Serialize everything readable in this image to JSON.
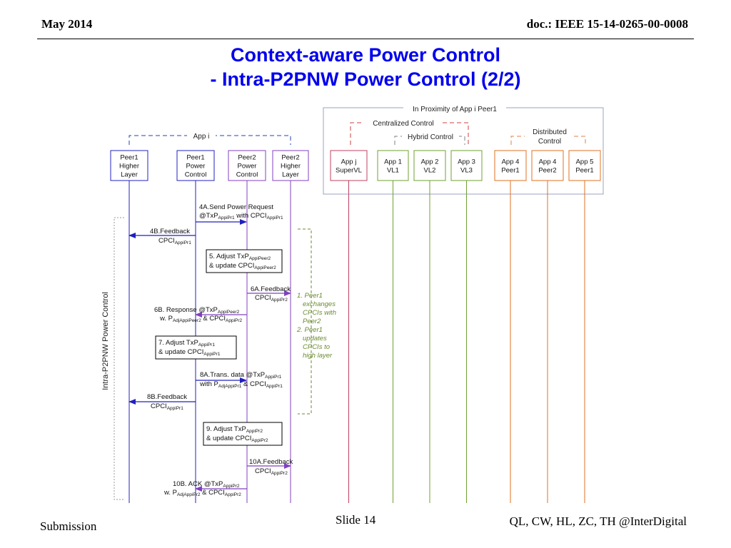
{
  "header": {
    "left": "May 2014",
    "right": "doc.: IEEE 15-14-0265-00-0008"
  },
  "title": {
    "line1": "Context-aware Power Control",
    "line2": "- Intra-P2PNW Power Control (2/2)"
  },
  "footer": {
    "left": "Submission",
    "center": "Slide 14",
    "right": "QL, CW, HL, ZC, TH @InterDigital"
  },
  "diagram": {
    "group_labels": {
      "proximity": "In Proximity of App i Peer1",
      "centralized": "Centralized Control",
      "hybrid": "Hybrid Control",
      "distributed": [
        "Distributed",
        "Control"
      ],
      "app_i": "App i",
      "side_bracket": "Intra-P2PNW Power Control"
    },
    "entities": [
      {
        "id": "peer1-higher",
        "lines": [
          "Peer1",
          "Higher",
          "Layer"
        ],
        "color": "#2020c0"
      },
      {
        "id": "peer1-power",
        "lines": [
          "Peer1",
          "Power",
          "Control"
        ],
        "color": "#2020c0"
      },
      {
        "id": "peer2-power",
        "lines": [
          "Peer2",
          "Power",
          "Control"
        ],
        "color": "#8040c0"
      },
      {
        "id": "peer2-higher",
        "lines": [
          "Peer2",
          "Higher",
          "Layer"
        ],
        "color": "#8040c0"
      },
      {
        "id": "app-j-supervl",
        "lines": [
          "App j",
          "SuperVL"
        ],
        "color": "#c04060"
      },
      {
        "id": "app1-vl1",
        "lines": [
          "App 1",
          "VL1"
        ],
        "color": "#70a030"
      },
      {
        "id": "app2-vl2",
        "lines": [
          "App 2",
          "VL2"
        ],
        "color": "#70a030"
      },
      {
        "id": "app3-vl3",
        "lines": [
          "App 3",
          "VL3"
        ],
        "color": "#70a030"
      },
      {
        "id": "app4-peer1",
        "lines": [
          "App 4",
          "Peer1"
        ],
        "color": "#e07020"
      },
      {
        "id": "app4-peer2",
        "lines": [
          "App 4",
          "Peer2"
        ],
        "color": "#e07020"
      },
      {
        "id": "app5-peer1",
        "lines": [
          "App 5",
          "Peer1"
        ],
        "color": "#e07020"
      }
    ],
    "messages": {
      "m4a": [
        "4A.Send Power Request",
        "@TxP",
        "AppiPr1",
        " with CPCI",
        "AppiPr1"
      ],
      "m4b": [
        "4B.Feedback",
        "CPCI",
        "AppiPr1"
      ],
      "m5": [
        "5. Adjust TxP",
        "AppiPeer2",
        "& update CPCI",
        "AppiPeer2"
      ],
      "m6a": [
        "6A.Feedback",
        "CPCI",
        "AppiPr2"
      ],
      "m6b": [
        "6B. Response @TxP",
        "AppiPeer2",
        "w. P",
        "AdjAppiPeer2",
        " & CPCI",
        "AppiPr2"
      ],
      "m7": [
        "7. Adjust TxP",
        "AppiPr1",
        "& update CPCI",
        "AppiPr1"
      ],
      "m8a": [
        "8A.Trans. data @TxP",
        "AppiPr1",
        "with P",
        "AdjAppiPr1",
        " & CPCI",
        "AppiPr1"
      ],
      "m8b": [
        "8B.Feedback",
        "CPCI",
        "AppiPr1"
      ],
      "m9": [
        "9. Adjust TxP",
        "AppiPr2",
        "& update CPCI",
        "AppiPr2"
      ],
      "m10a": [
        "10A.Feedback",
        "CPCI",
        "AppiPr2"
      ],
      "m10b": [
        "10B. ACK @TxP",
        "AppiPr2",
        "w. P",
        "AdjAppiPr2",
        " & CPCI",
        "AppiPr2"
      ]
    },
    "note": [
      "1. Peer1",
      "exchanges",
      "CPCIs with",
      "Peer2",
      "2. Peer1",
      "updates",
      "CPCIs to",
      "high layer"
    ],
    "colors": {
      "peer1": "#2020c0",
      "peer2": "#8040c0",
      "note_green": "#6a8a30",
      "centralized_red": "#d04040",
      "hybrid_gray": "#808080",
      "distributed_orange": "#e08040",
      "app_i_blue": "#2040c0"
    }
  }
}
